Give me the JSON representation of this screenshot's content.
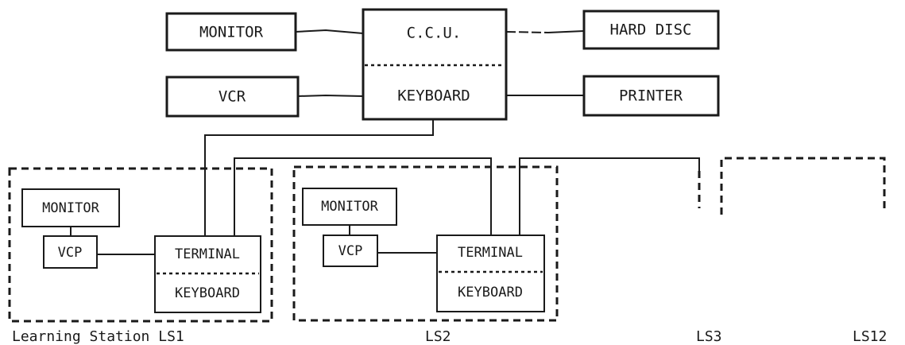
{
  "central": {
    "monitor": "MONITOR",
    "ccu": "C.C.U.",
    "keyboard": "KEYBOARD",
    "hard_disc": "HARD DISC",
    "vcr": "VCR",
    "printer": "PRINTER"
  },
  "stations": [
    {
      "monitor": "MONITOR",
      "vcp": "VCP",
      "terminal": "TERMINAL",
      "keyboard": "KEYBOARD",
      "caption": "Learning Station LS1"
    },
    {
      "monitor": "MONITOR",
      "vcp": "VCP",
      "terminal": "TERMINAL",
      "keyboard": "KEYBOARD",
      "caption": "LS2"
    },
    {
      "caption": "LS3"
    },
    {
      "caption": "LS12"
    }
  ]
}
